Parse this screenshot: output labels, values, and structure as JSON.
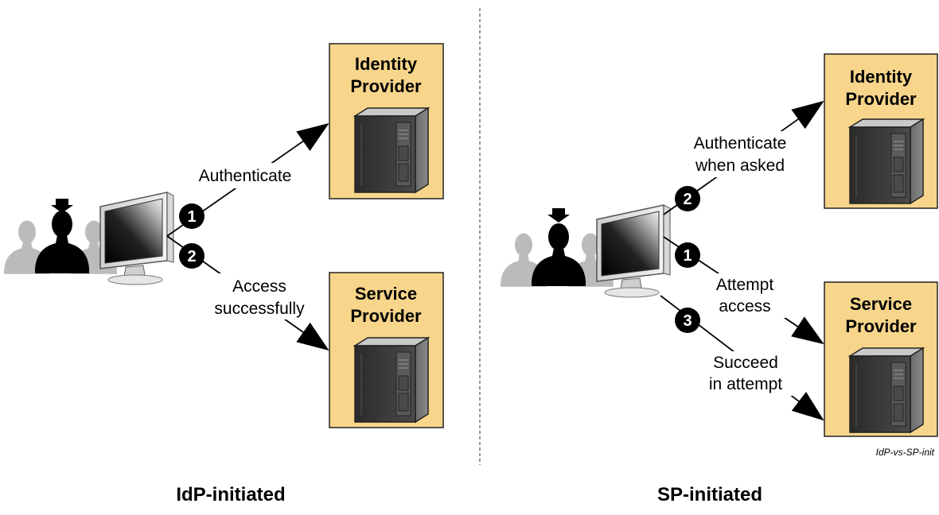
{
  "colors": {
    "provider_box_fill": "#F7D58A",
    "provider_box_stroke": "#222222",
    "step_badge": "#000000",
    "divider": "#555555",
    "people_gray": "#BBBBBB"
  },
  "idp_initiated": {
    "caption": "IdP-initiated",
    "identity_provider": {
      "line1": "Identity",
      "line2": "Provider"
    },
    "service_provider": {
      "line1": "Service",
      "line2": "Provider"
    },
    "steps": [
      {
        "number": "1",
        "label_lines": [
          "Authenticate"
        ]
      },
      {
        "number": "2",
        "label_lines": [
          "Access",
          "successfully"
        ]
      }
    ]
  },
  "sp_initiated": {
    "caption": "SP-initiated",
    "identity_provider": {
      "line1": "Identity",
      "line2": "Provider"
    },
    "service_provider": {
      "line1": "Service",
      "line2": "Provider"
    },
    "steps": [
      {
        "number": "1",
        "label_lines": [
          "Attempt",
          "access"
        ]
      },
      {
        "number": "2",
        "label_lines": [
          "Authenticate",
          "when asked"
        ]
      },
      {
        "number": "3",
        "label_lines": [
          "Succeed",
          "in attempt"
        ]
      }
    ]
  },
  "figure_tag": "IdP-vs-SP-init"
}
